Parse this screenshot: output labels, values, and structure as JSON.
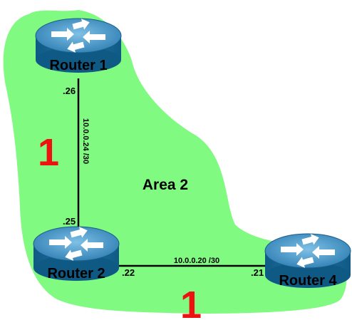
{
  "area": {
    "label": "Area 2",
    "fill": "#80fa80"
  },
  "routers": {
    "r1": {
      "label": "Router 1",
      "icon": "router-icon"
    },
    "r2": {
      "label": "Router 2",
      "icon": "router-icon"
    },
    "r4": {
      "label": "Router 4",
      "icon": "router-icon"
    }
  },
  "links": {
    "r1_r2": {
      "subnet": "10.0.0.24 /30",
      "cost": "1",
      "r1_end": ".26",
      "r2_end": ".25"
    },
    "r2_r4": {
      "subnet": "10.0.0.20 /30",
      "cost": "1",
      "r2_end": ".22",
      "r4_end": ".21"
    }
  },
  "colors": {
    "router_body": "#1a6a96",
    "router_top": "#4d9fcf",
    "cost": "#ee1111"
  }
}
